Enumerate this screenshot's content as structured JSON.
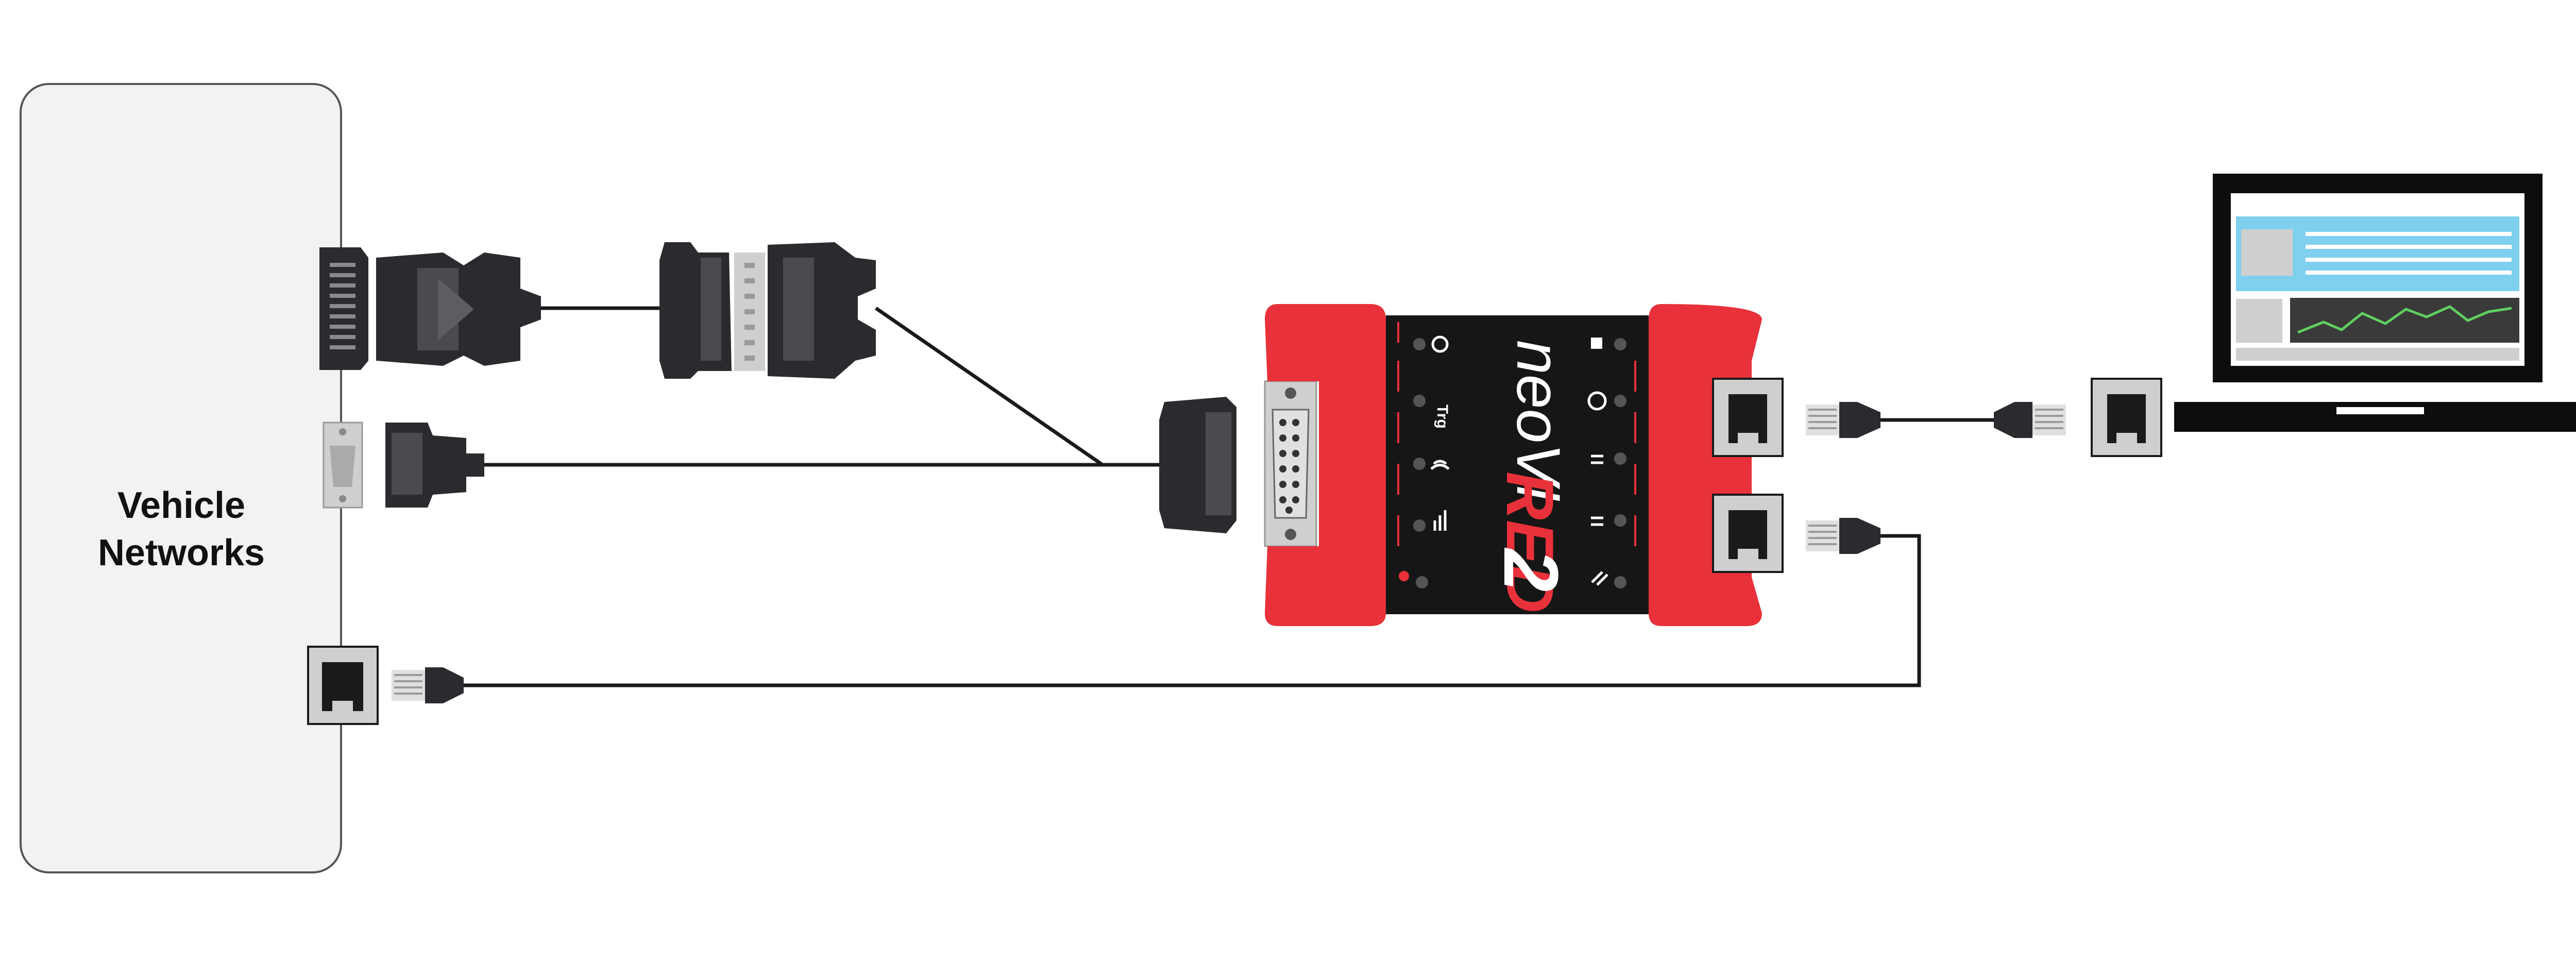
{
  "vehicle_networks": {
    "label_line1": "Vehicle",
    "label_line2": "Networks"
  },
  "device": {
    "brand_neo": "neoVI",
    "brand_red": "RED",
    "brand_two": "2",
    "trigger_label": "Trg"
  },
  "colors": {
    "device_red": "#e8313a",
    "device_black": "#161616",
    "connector_dark": "#2b2b2f",
    "port_gray": "#cfcfcf",
    "laptop_header": "#7fcfee",
    "laptop_chart": "#5fd05f",
    "box_fill": "#f2f2f2"
  },
  "icons": [
    "obd-connector-icon",
    "db9-connector-icon",
    "rj45-port-icon",
    "db26-connector-icon",
    "laptop-icon"
  ]
}
